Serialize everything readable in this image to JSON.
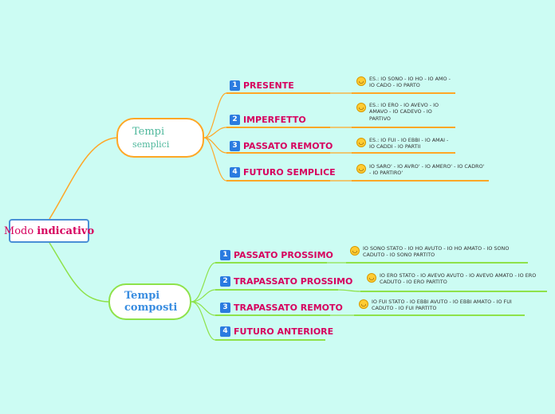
{
  "root": {
    "label_plain": "Modo",
    "label_bold": "indicativo"
  },
  "groups": [
    {
      "line1": "Tempi",
      "line2": "semplici",
      "color": "#ffa726"
    },
    {
      "line1": "Tempi",
      "line2": "composti",
      "color": "#8ee24a"
    }
  ],
  "topics": {
    "semplici": [
      {
        "num": "1",
        "label": "PRESENTE",
        "note": "ES.: IO SONO - IO HO - IO AMO - IO CADO - IO PARTO",
        "emoji": "grin-icon"
      },
      {
        "num": "2",
        "label": "IMPERFETTO",
        "note": "ES.: IO ERO - IO AVEVO - IO AMAVO - IO CADEVO - IO PARTIVO",
        "emoji": "smile-icon"
      },
      {
        "num": "3",
        "label": "PASSATO REMOTO",
        "note": "ES.: IO FUI - IO EBBI - IO AMAI - IO CADDI - IO PARTII",
        "emoji": "happy-icon"
      },
      {
        "num": "4",
        "label": "FUTURO SEMPLICE",
        "note": "IO SARO' - IO AVRO' - IO AMERO' - IO CADRO' - IO PARTIRO'",
        "emoji": "laugh-icon"
      }
    ],
    "composti": [
      {
        "num": "1",
        "label": "PASSATO PROSSIMO",
        "note": "IO SONO STATO - IO HO AVUTO - IO HO AMATO - IO SONO CADUTO - IO SONO PARTITO",
        "emoji": "smile-icon"
      },
      {
        "num": "2",
        "label": "TRAPASSATO PROSSIMO",
        "note": "IO ERO STATO - IO AVEVO AVUTO - IO AVEVO AMATO - IO ERO CADUTO - IO ERO PARTITO",
        "emoji": "wink-icon"
      },
      {
        "num": "3",
        "label": "TRAPASSATO REMOTO",
        "note": "IO FUI STATO - IO EBBI AVUTO - IO EBBI AMATO - IO FUI CADUTO - IO FUI PARTITO",
        "emoji": "tongue-icon"
      },
      {
        "num": "4",
        "label": "FUTURO ANTERIORE"
      }
    ]
  },
  "colors": {
    "background": "#ccfcf3",
    "branch_semplici": "#ffa726",
    "branch_composti": "#8ee24a",
    "topic_text": "#d6005e",
    "badge": "#2a7be0"
  }
}
